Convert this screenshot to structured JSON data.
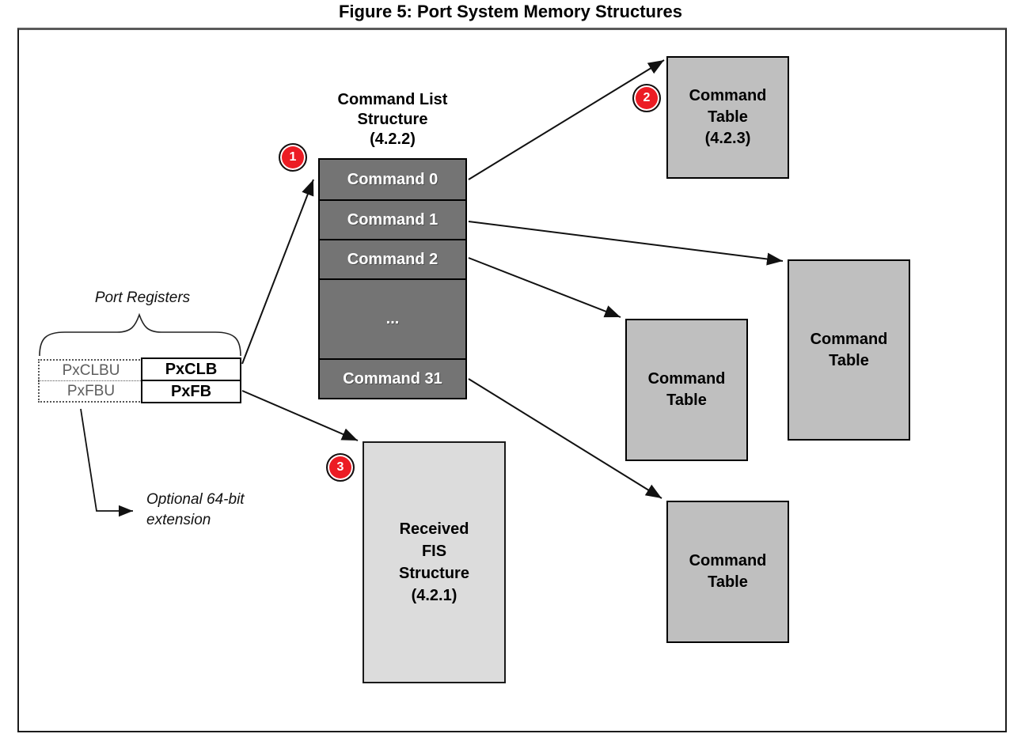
{
  "title": "Figure 5: Port System Memory Structures",
  "port_registers": {
    "label": "Port Registers",
    "optional_registers": [
      "PxCLBU",
      "PxFBU"
    ],
    "registers": [
      "PxCLB",
      "PxFB"
    ],
    "note": "Optional 64-bit\nextension"
  },
  "command_list": {
    "heading": "Command List\nStructure\n(4.2.2)",
    "rows": [
      "Command 0",
      "Command 1",
      "Command 2",
      "...",
      "Command 31"
    ]
  },
  "command_tables": [
    "Command\nTable\n(4.2.3)",
    "Command\nTable",
    "Command\nTable",
    "Command\nTable"
  ],
  "received_fis": "Received\nFIS\nStructure\n(4.2.1)",
  "callouts": {
    "one": "1",
    "two": "2",
    "three": "3"
  },
  "colors": {
    "command_list_fill": "#747474",
    "command_table_fill": "#bfbfbf",
    "received_fis_fill": "#dcdcdc",
    "callout_red": "#ec1c24",
    "line_black": "#111111"
  }
}
